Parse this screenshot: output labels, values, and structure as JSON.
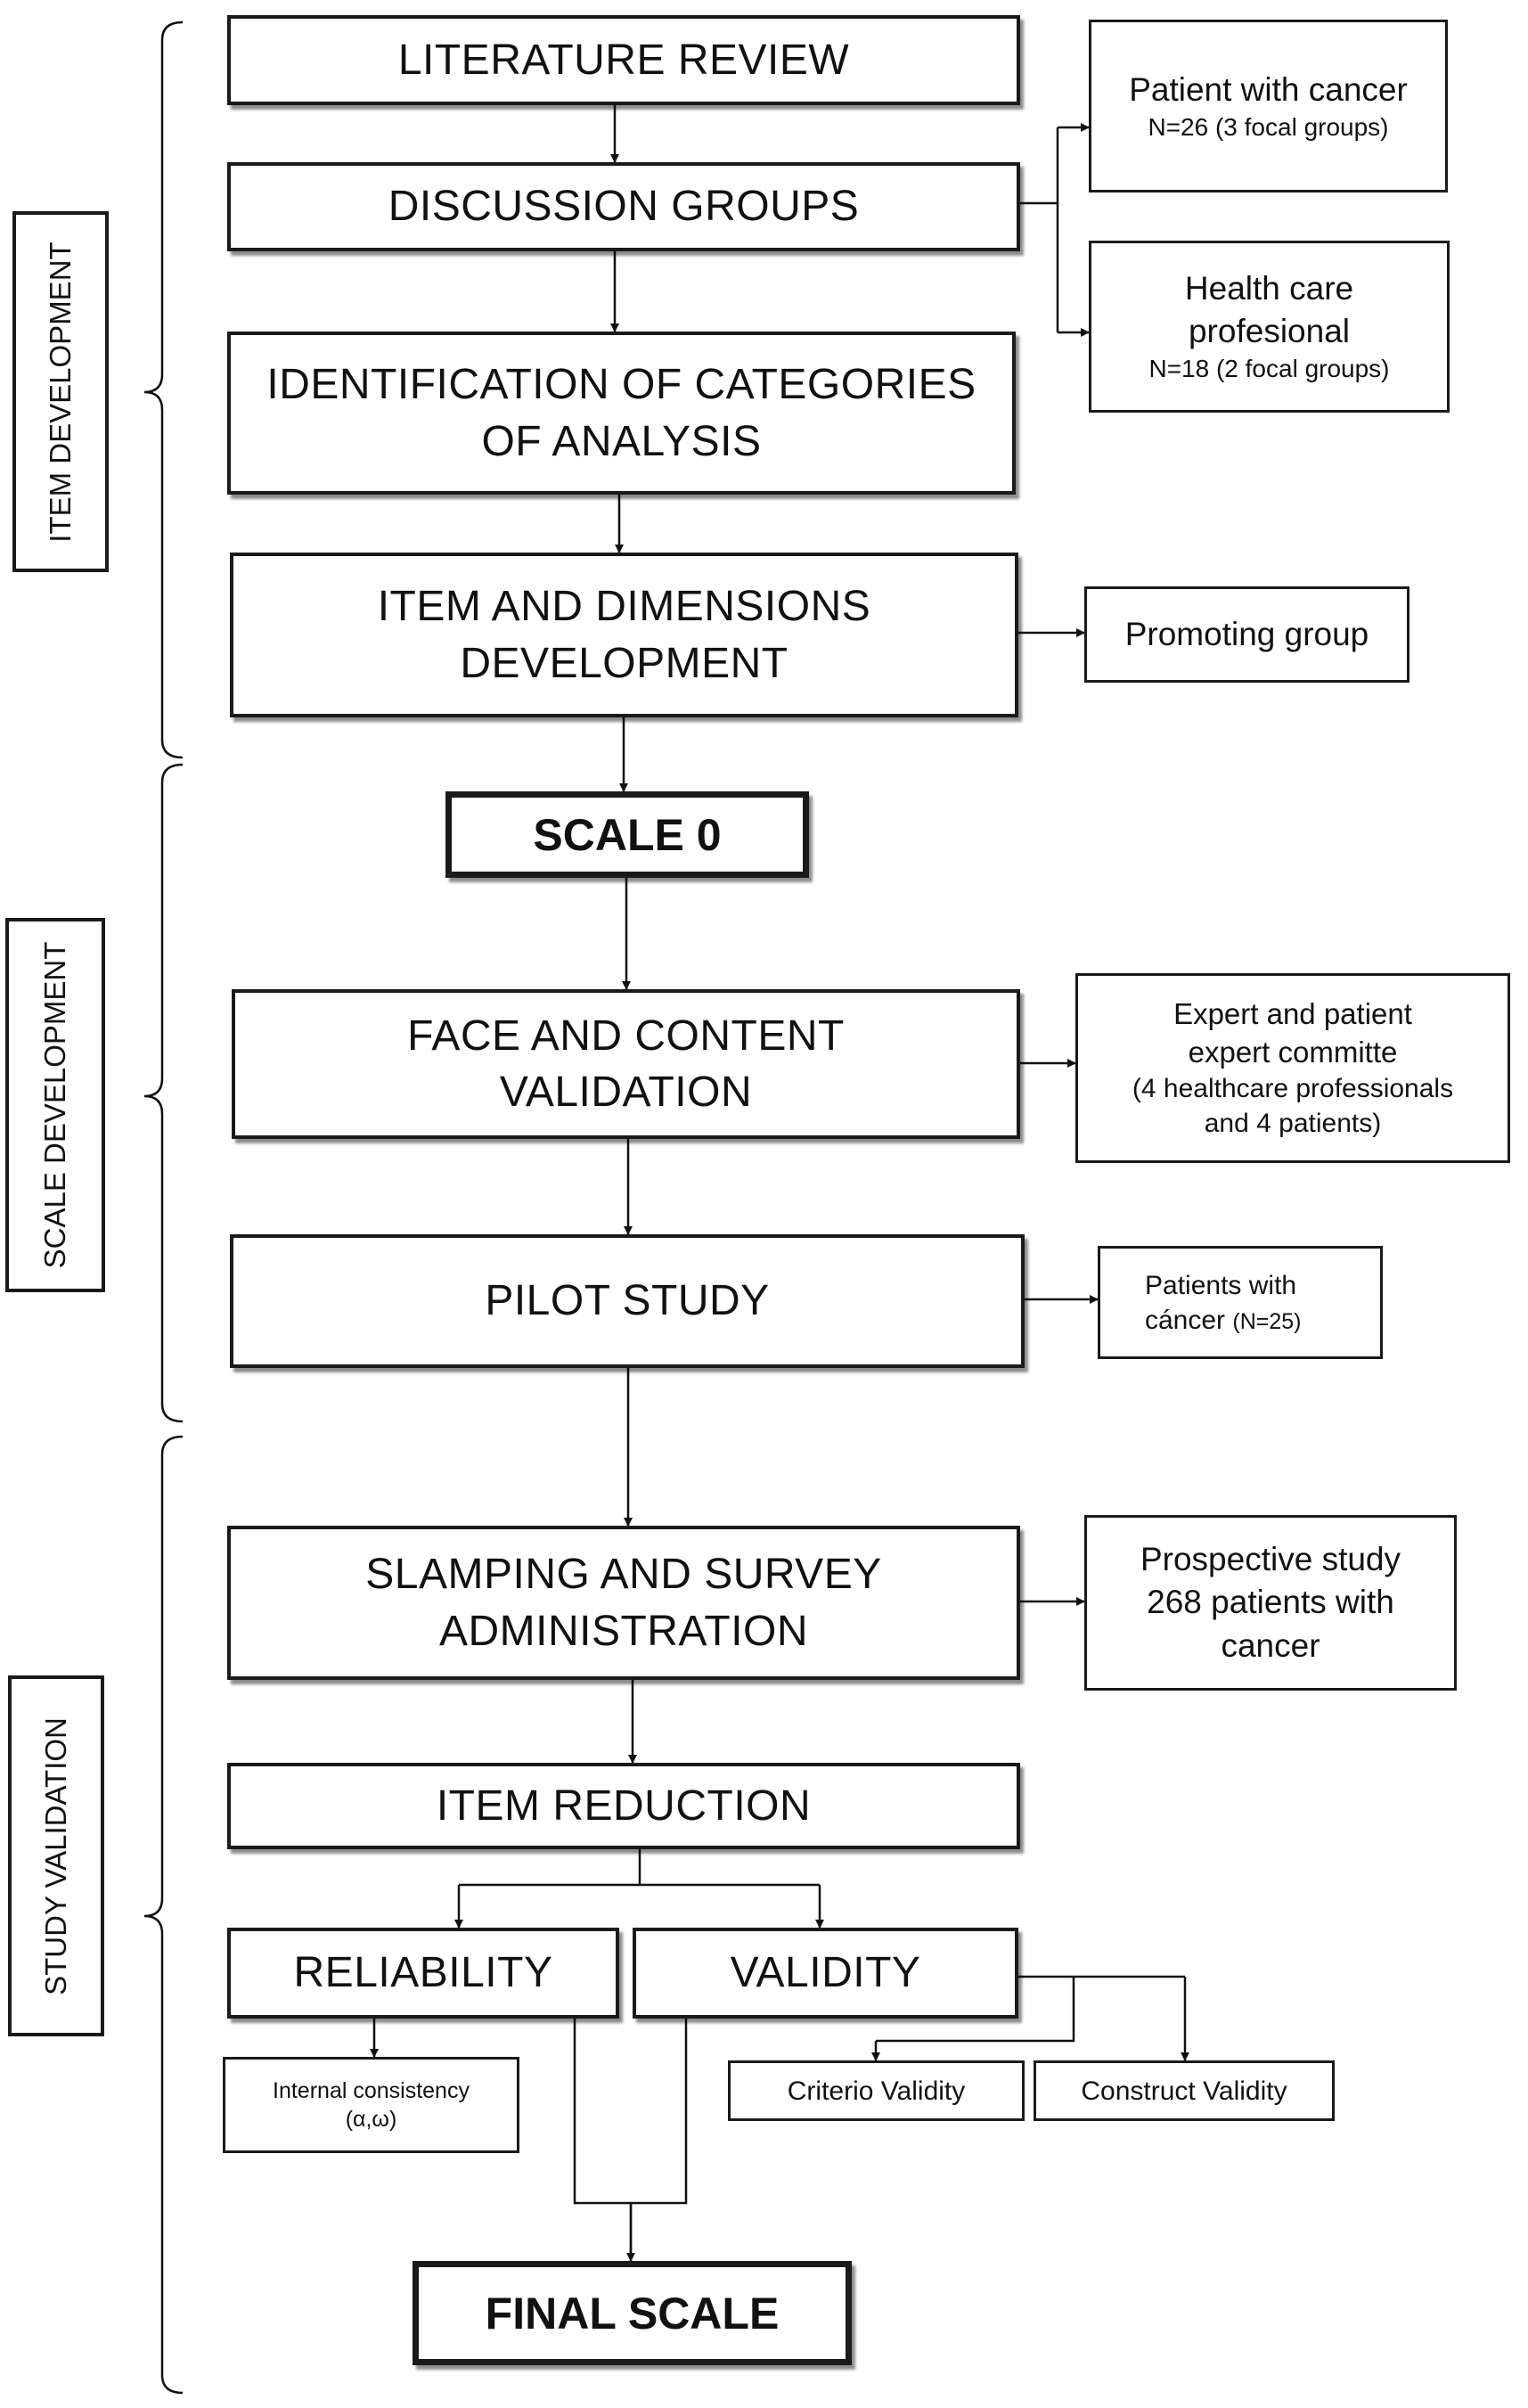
{
  "phases": {
    "item_development": "ITEM DEVELOPMENT",
    "scale_development": "SCALE  DEVELOPMENT",
    "study_validation": "STUDY VALIDATION"
  },
  "steps": {
    "literature_review": "LITERATURE REVIEW",
    "discussion_groups": "DISCUSSION GROUPS",
    "identification_line1": "IDENTIFICATION OF CATEGORIES",
    "identification_line2": "OF ANALYSIS",
    "item_dimensions_line1": "ITEM AND DIMENSIONS",
    "item_dimensions_line2": "DEVELOPMENT",
    "scale_0": "SCALE 0",
    "face_content_line1": "FACE AND CONTENT",
    "face_content_line2": "VALIDATION",
    "pilot_study": "PILOT STUDY",
    "slamping_line1": "SLAMPING AND SURVEY",
    "slamping_line2": "ADMINISTRATION",
    "item_reduction": "ITEM REDUCTION",
    "reliability": "RELIABILITY",
    "validity": "VALIDITY",
    "final_scale": "FINAL SCALE"
  },
  "side_notes": {
    "patient_cancer_title": "Patient with cancer",
    "patient_cancer_detail": "N=26 (3 focal groups)",
    "health_care_line1": "Health care",
    "health_care_line2": "profesional",
    "health_care_detail": "N=18 (2 focal groups)",
    "promoting_group": "Promoting group",
    "expert_line1": "Expert and patient",
    "expert_line2": "expert committe",
    "expert_line3": "(4 healthcare professionals",
    "expert_line4": "and 4 patients)",
    "pilot_patients_line1": "Patients with",
    "pilot_patients_line2": "cáncer",
    "pilot_patients_n": "(N=25)",
    "prospective_line1": "Prospective study",
    "prospective_line2": "268 patients with",
    "prospective_line3": "cancer",
    "internal_consistency_line1": "Internal consistency",
    "internal_consistency_line2": "(α,ω)",
    "criterio_validity": "Criterio Validity",
    "construct_validity": "Construct Validity"
  }
}
